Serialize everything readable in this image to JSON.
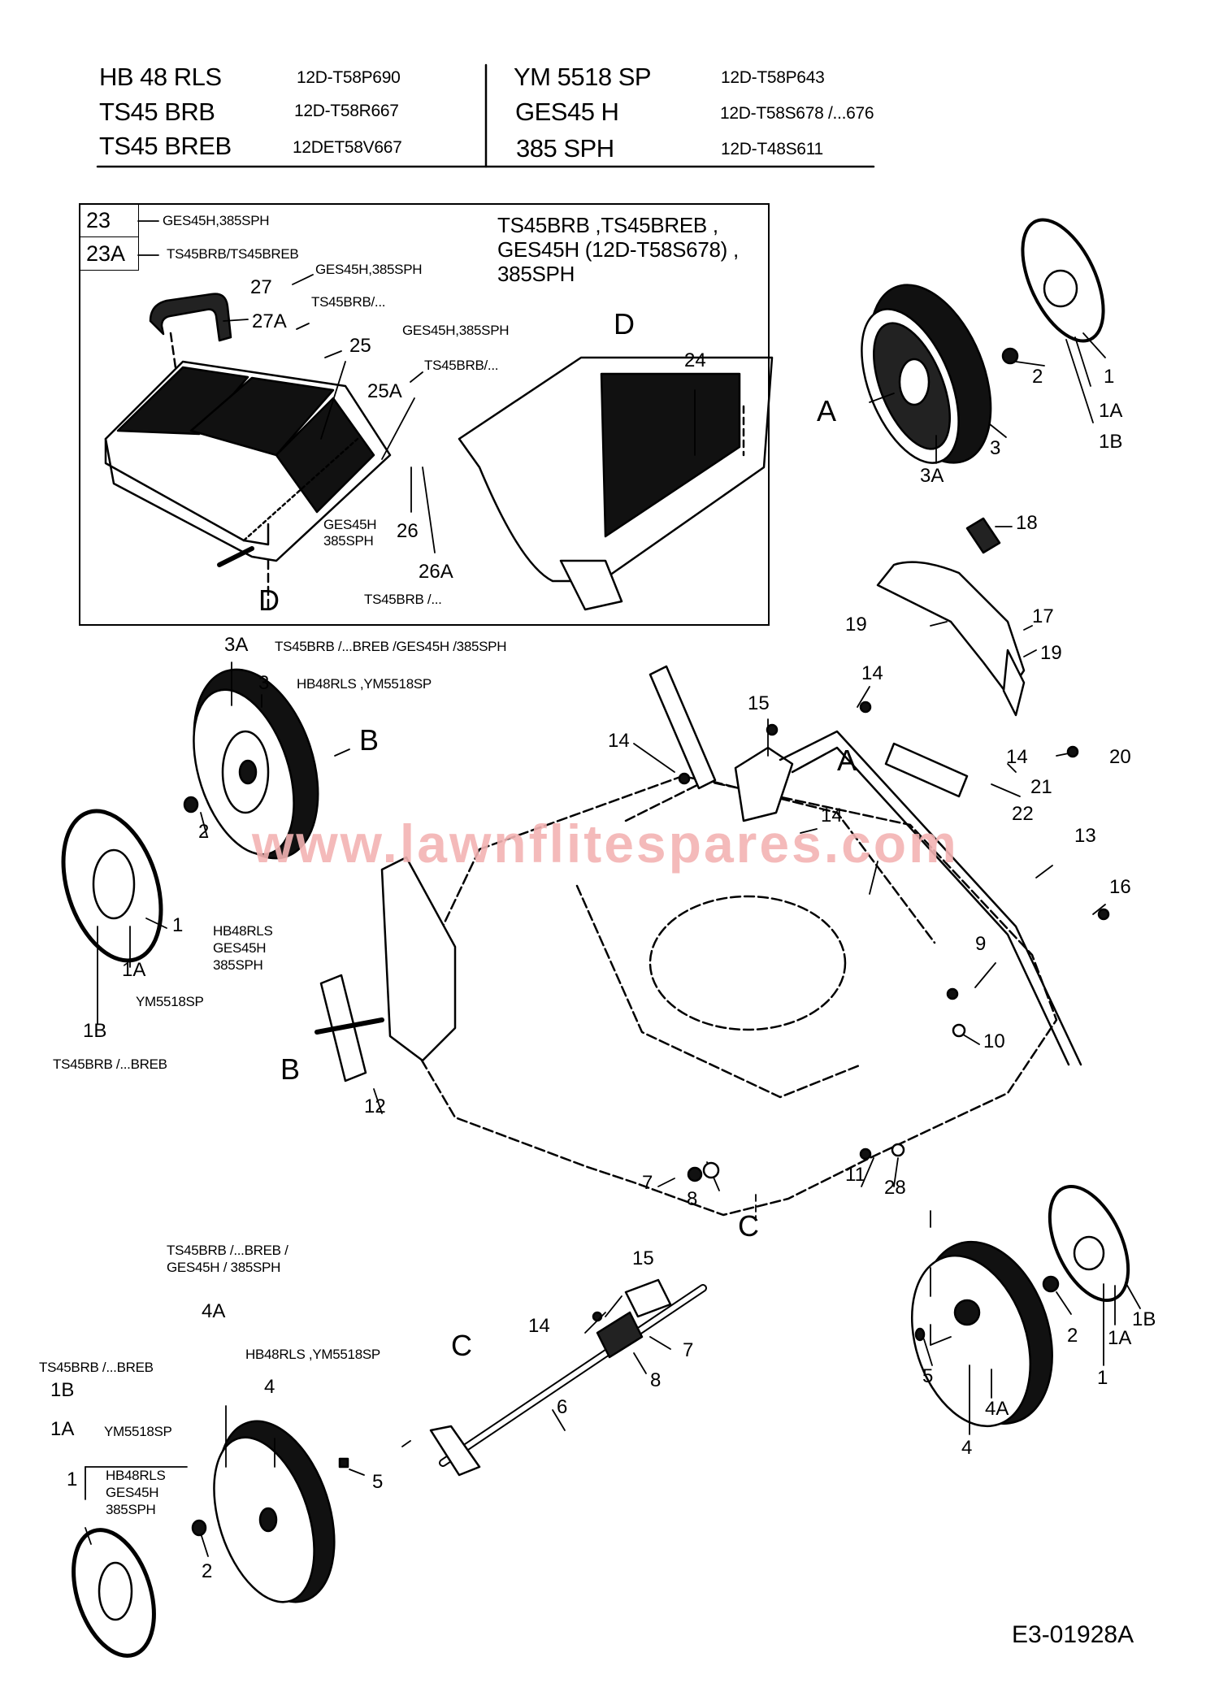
{
  "header": {
    "models": [
      {
        "name": "HB 48 RLS",
        "code": "12D-T58P690"
      },
      {
        "name": "TS45 BRB",
        "code": "12D-T58R667"
      },
      {
        "name": "TS45 BREB",
        "code": "12DET58V667"
      },
      {
        "name": "YM 5518 SP",
        "code": "12D-T58P643"
      },
      {
        "name": "GES45 H",
        "code": "12D-T58S678 /...676"
      },
      {
        "name": "385 SPH",
        "code": "12D-T48S611"
      }
    ]
  },
  "inset": {
    "title": "TS45BRB ,TS45BREB , GES45H (12D-T58S678) , 385SPH",
    "legend": [
      {
        "part": "23",
        "models": "GES45H,385SPH"
      },
      {
        "part": "23A",
        "models": "TS45BRB/TS45BREB"
      }
    ],
    "callouts": {
      "p27": "27",
      "p27_note": "GES45H,385SPH",
      "p27a": "27A",
      "p27a_note": "TS45BRB/...",
      "p25": "25",
      "p25_note": "GES45H,385SPH",
      "p25a": "25A",
      "p25a_note": "TS45BRB/...",
      "p26": "26",
      "p26_note_1": "GES45H",
      "p26_note_2": "385SPH",
      "p26a": "26A",
      "p26a_note": "TS45BRB /...",
      "p24": "24",
      "d_top": "D",
      "d_bottom": "D"
    }
  },
  "wheel_a": {
    "ref": "A",
    "p3": "3",
    "p3a": "3A",
    "p2": "2",
    "p1": "1",
    "p1a": "1A",
    "p1b": "1B"
  },
  "wheel_b": {
    "ref": "B",
    "p3a": "3A",
    "p3a_note": "TS45BRB /...BREB /GES45H /385SPH",
    "p3": "3",
    "p3_note": "HB48RLS ,YM5518SP",
    "p2": "2",
    "p1": "1",
    "p1_note_1": "HB48RLS",
    "p1_note_2": "GES45H",
    "p1_note_3": "385SPH",
    "p1a": "1A",
    "p1a_note": "YM5518SP",
    "p1b": "1B",
    "p1b_note": "TS45BRB /...BREB"
  },
  "deck": {
    "b": "B",
    "p12": "12",
    "a": "A",
    "c": "C",
    "p14_a": "14",
    "p14_b": "14",
    "p14_c": "14",
    "p14_d": "14",
    "p15": "15",
    "p17": "17",
    "p18": "18",
    "p19_a": "19",
    "p19_b": "19",
    "p20": "20",
    "p21": "21",
    "p22": "22",
    "p13": "13",
    "p16": "16",
    "p9": "9",
    "p10": "10",
    "p11": "11",
    "p28": "28",
    "p7": "7",
    "p8": "8"
  },
  "axle_c": {
    "ref": "C",
    "p15": "15",
    "p14": "14",
    "p7": "7",
    "p8": "8",
    "p6": "6"
  },
  "wheel_front_left": {
    "note_1": "TS45BRB /...BREB /",
    "note_2": "GES45H / 385SPH",
    "p4a": "4A",
    "p4": "4",
    "p4_note": "HB48RLS ,YM5518SP",
    "p5": "5",
    "p2": "2",
    "p1b_note": "TS45BRB /...BREB",
    "p1b": "1B",
    "p1a": "1A",
    "p1a_note": "YM5518SP",
    "p1": "1",
    "p1_note_1": "HB48RLS",
    "p1_note_2": "GES45H",
    "p1_note_3": "385SPH"
  },
  "wheel_front_right": {
    "p5": "5",
    "p4": "4",
    "p4a": "4A",
    "p2": "2",
    "p1": "1",
    "p1a": "1A",
    "p1b": "1B"
  },
  "watermark": {
    "text": "www.lawnflitespares.com",
    "color": "#f3b3b3"
  },
  "footer": {
    "doc_id": "E3-01928A"
  }
}
